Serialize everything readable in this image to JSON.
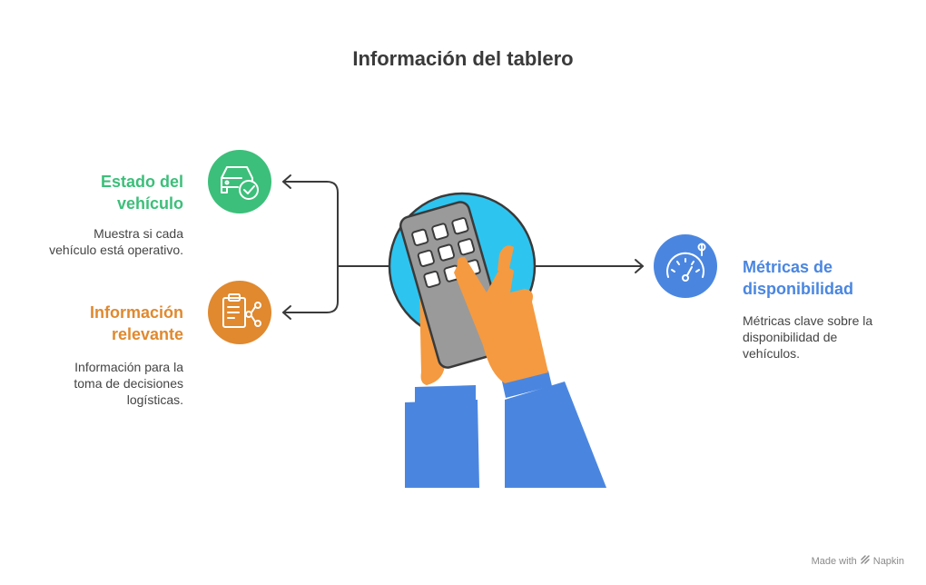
{
  "title": "Información del tablero",
  "items": [
    {
      "heading_lines": [
        "Estado del",
        "vehículo"
      ],
      "description_lines": [
        "Muestra si cada",
        "vehículo está operativo."
      ],
      "color": "#3cbf7a",
      "icon": "car-check-icon"
    },
    {
      "heading_lines": [
        "Información",
        "relevante"
      ],
      "description_lines": [
        "Información para la",
        "toma de decisiones",
        "logísticas."
      ],
      "color": "#e0892f",
      "icon": "clipboard-share-icon"
    },
    {
      "heading_lines": [
        "Métricas de",
        "disponibilidad"
      ],
      "description_lines": [
        "Métricas clave sobre la",
        "disponibilidad de",
        "vehículos."
      ],
      "color": "#4a86e0",
      "icon": "gauge-icon"
    }
  ],
  "colors": {
    "hand_skin": "#f59a40",
    "sleeve": "#4a86e0",
    "device_body": "#9a9a9a",
    "screen_circle": "#2ec4f0",
    "connector": "#3a3a3a"
  },
  "center_icon": "hands-device-icon",
  "footer": {
    "prefix": "Made with",
    "brand": "Napkin"
  }
}
